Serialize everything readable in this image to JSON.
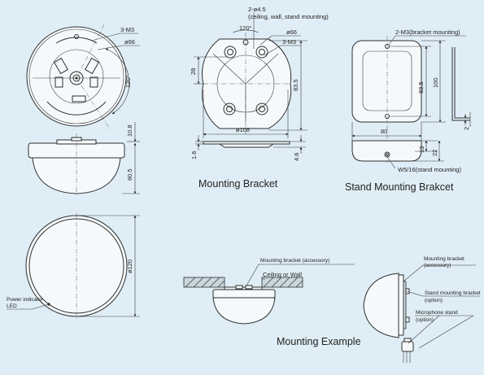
{
  "captions": {
    "mounting_bracket": "Mounting Bracket",
    "stand_bracket": "Stand Mounting Brakcet",
    "mounting_example": "Mounting Example"
  },
  "top_view": {
    "label_3m3": "3-M3",
    "label_d66": "ø66",
    "label_120": "120°",
    "label_108": "10.8"
  },
  "side_view": {
    "label_605": "60.5"
  },
  "bottom_view": {
    "label_d120": "ø120",
    "led_line1": "Power indicator",
    "led_line2": "LED"
  },
  "bracket": {
    "holes_line1": "2-ø4.5",
    "holes_line2": "(ceiling, wall, stand mounting)",
    "label_120": "120°",
    "label_d66": "ø66",
    "label_3m3": "3-M3",
    "label_28": "28",
    "label_835": "83.5",
    "label_d108": "ø108",
    "label_16": "1.6",
    "label_46": "4.6"
  },
  "stand_bracket": {
    "label_2m3": "2-M3(bracket mounting)",
    "label_835": "83.5",
    "label_100": "100",
    "label_80": "80",
    "label_2": "2",
    "label_13": "13",
    "label_22": "22",
    "label_w5": "W5/16(stand mounting)"
  },
  "example": {
    "accessory": "Mounting bracket (accessory)",
    "ceiling": "Ceiling or Wall",
    "side_bracket_line1": "Mounting bracket",
    "side_bracket_line2": "(accessory)",
    "stand_bracket_line1": "Stand mounting bracket",
    "stand_bracket_line2": "(option)",
    "mic_stand_line1": "Microphone stand",
    "mic_stand_line2": "(option)"
  }
}
